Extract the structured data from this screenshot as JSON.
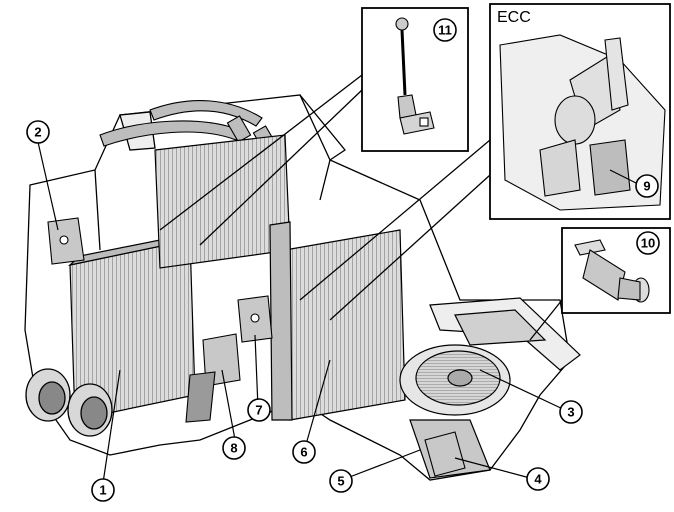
{
  "figure": {
    "ecc_label": "ECC",
    "callouts": [
      {
        "id": "c1",
        "text": "1"
      },
      {
        "id": "c2",
        "text": "2"
      },
      {
        "id": "c3",
        "text": "3"
      },
      {
        "id": "c4",
        "text": "4"
      },
      {
        "id": "c5",
        "text": "5"
      },
      {
        "id": "c6",
        "text": "6"
      },
      {
        "id": "c7",
        "text": "7"
      },
      {
        "id": "c8",
        "text": "8"
      },
      {
        "id": "c9",
        "text": "9"
      },
      {
        "id": "c10",
        "text": "10"
      },
      {
        "id": "c11",
        "text": "11"
      }
    ]
  },
  "colors": {
    "line": "#000000",
    "part_fill": "#c8c8c8",
    "housing_fill": "#ffffff",
    "shade": "#9a9a9a"
  }
}
